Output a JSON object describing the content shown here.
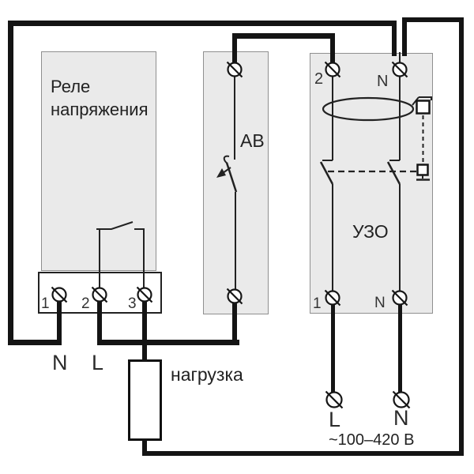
{
  "diagram": {
    "modules": {
      "relay": {
        "label": "Реле напряжения",
        "terminals": [
          "1",
          "2",
          "3"
        ]
      },
      "breaker": {
        "label": "АВ"
      },
      "rcd": {
        "label": "УЗО",
        "top_terminals": [
          "2",
          "N"
        ],
        "bottom_terminals": [
          "1",
          "N"
        ]
      },
      "load": {
        "label": "нагрузка"
      }
    },
    "wire_labels": {
      "neutral": "N",
      "line": "L"
    },
    "supply": {
      "line_label": "L",
      "neutral_label": "N",
      "voltage": "~100–420 В"
    },
    "colors": {
      "wire": "#141414",
      "module_fill": "#eaeaea",
      "module_border": "#8f8f8f",
      "symbol": "#222222",
      "text": "#222222"
    }
  }
}
